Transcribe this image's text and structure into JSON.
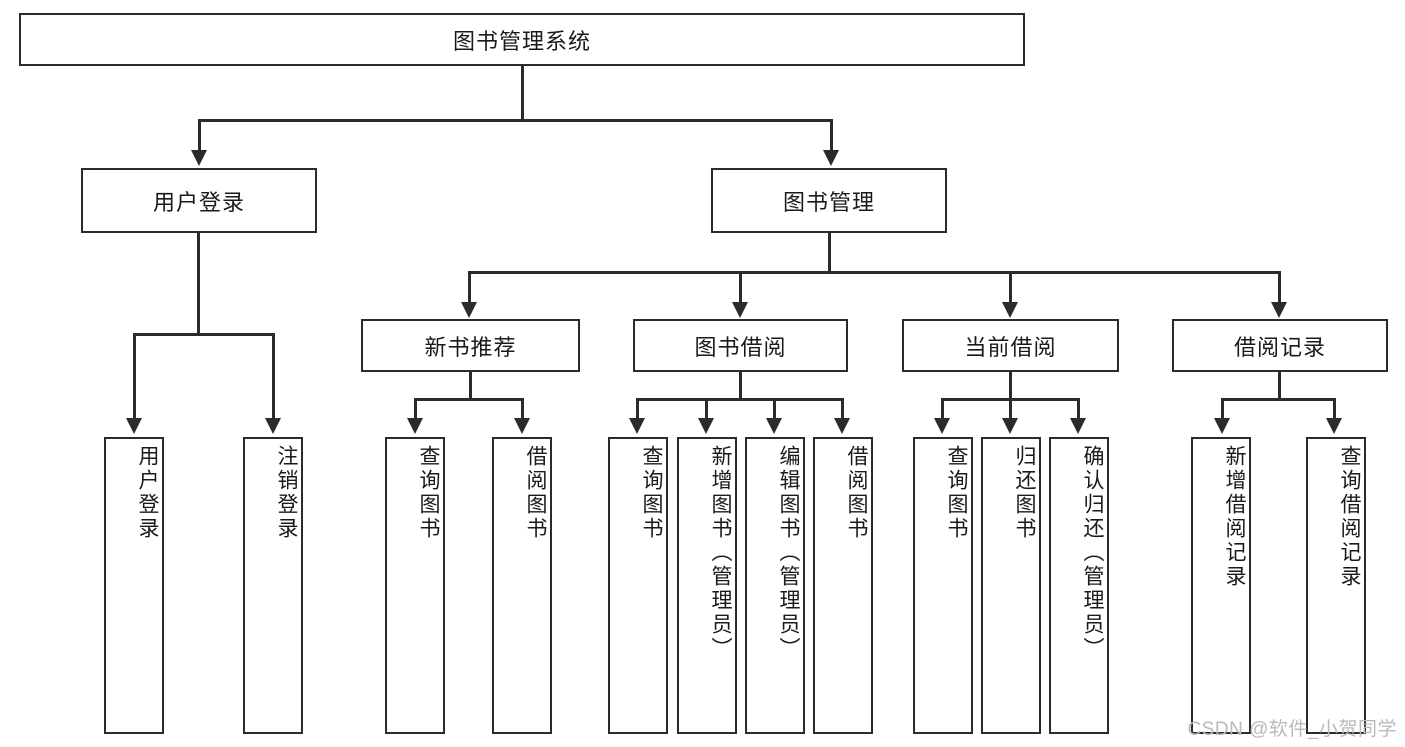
{
  "diagram": {
    "type": "tree-hierarchy",
    "title": "图书管理系统",
    "root": {
      "id": "root",
      "label": "图书管理系统"
    },
    "level2": [
      {
        "id": "user-login",
        "label": "用户登录"
      },
      {
        "id": "book-manage",
        "label": "图书管理"
      }
    ],
    "level3": [
      {
        "id": "new-book-recommend",
        "label": "新书推荐",
        "parent": "book-manage"
      },
      {
        "id": "book-borrow",
        "label": "图书借阅",
        "parent": "book-manage"
      },
      {
        "id": "current-borrow",
        "label": "当前借阅",
        "parent": "book-manage"
      },
      {
        "id": "borrow-record",
        "label": "借阅记录",
        "parent": "book-manage"
      }
    ],
    "leaves": {
      "user_login": [
        {
          "id": "leaf-user-login",
          "label": "用户登录"
        },
        {
          "id": "leaf-user-logout",
          "label": "注销登录"
        }
      ],
      "new_book_recommend": [
        {
          "id": "leaf-query-book-1",
          "label": "查询图书"
        },
        {
          "id": "leaf-borrow-book-1",
          "label": "借阅图书"
        }
      ],
      "book_borrow": [
        {
          "id": "leaf-query-book-2",
          "label": "查询图书"
        },
        {
          "id": "leaf-add-book",
          "label": "新增图书（管理员）"
        },
        {
          "id": "leaf-edit-book",
          "label": "编辑图书（管理员）"
        },
        {
          "id": "leaf-borrow-book-2",
          "label": "借阅图书"
        }
      ],
      "current_borrow": [
        {
          "id": "leaf-query-book-3",
          "label": "查询图书"
        },
        {
          "id": "leaf-return-book",
          "label": "归还图书"
        },
        {
          "id": "leaf-confirm-return",
          "label": "确认归还（管理员）"
        }
      ],
      "borrow_record": [
        {
          "id": "leaf-add-record",
          "label": "新增借阅记录"
        },
        {
          "id": "leaf-query-record",
          "label": "查询借阅记录"
        }
      ]
    }
  },
  "watermark": {
    "text": "CSDN @软件_小贺同学"
  },
  "colors": {
    "stroke": "#2b2b2b",
    "fill": "#ffffff",
    "text": "#1a1a1a",
    "watermark": "#b9b9b9"
  }
}
